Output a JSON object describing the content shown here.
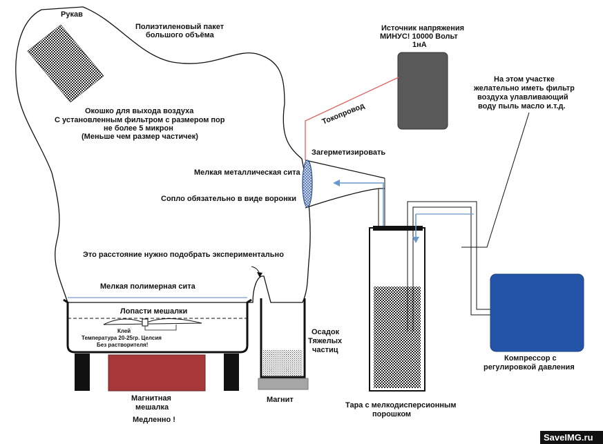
{
  "colors": {
    "wire": "#e06060",
    "air_arrow": "#6699cc",
    "psu_fill": "#595959",
    "compressor_fill": "#2454a8",
    "stirrer_fill": "#a6383a",
    "magnet_fill": "#a6a6a6",
    "sieve_line": "#8fa8d0"
  },
  "icons": {
    "filter_window": "dotted-filter-window-icon",
    "metal_mesh": "mesh-sieve-icon",
    "watermark": "saveimg-watermark"
  },
  "labels": {
    "sleeve": "Рукав",
    "bag_line1": "Полиэтиленовый пакет",
    "bag_line2": "большого объёма",
    "window_line1": "Окошко для выхода воздуха",
    "window_line2": "С установленным фильтром с размером пор",
    "window_line3": "не более 5 микрон",
    "window_line4": "(Меньше чем размер частичек)",
    "psu_line1": "Источник напряжения",
    "psu_line2": "МИНУС! 10000 Вольт",
    "psu_line3": "1нА",
    "current_lead": "Токопровод",
    "seal": "Загерметизировать",
    "metal_sieve": "Мелкая металлическая сита",
    "nozzle": "Сопло обязательно в виде воронки",
    "distance": "Это расстояние нужно подобрать экспериментально",
    "polymer_sieve": "Мелкая полимерная сита",
    "blades": "Лопасти мешалки",
    "glue_line1": "Клей",
    "glue_line2": "Температура 20-25гр. Целсия",
    "glue_line3": "Без растворителя!",
    "stirrer_line1": "Магнитная",
    "stirrer_line2": "мешалка",
    "slowly": "Медленно !",
    "magnet": "Магнит",
    "sediment_line1": "Осадок",
    "sediment_line2": "Тяжелых",
    "sediment_line3": "частиц",
    "container_line1": "Тара с мелкодисперсионным",
    "container_line2": "порошком",
    "filter_note_line1": "На этом участке",
    "filter_note_line2": "желательно иметь фильтр",
    "filter_note_line3": "воздуха улавливающий",
    "filter_note_line4": "воду пыль масло и.т.д.",
    "compressor_line1": "Компрессор с",
    "compressor_line2": "регулировкой давления",
    "watermark": "SaveIMG.ru"
  }
}
